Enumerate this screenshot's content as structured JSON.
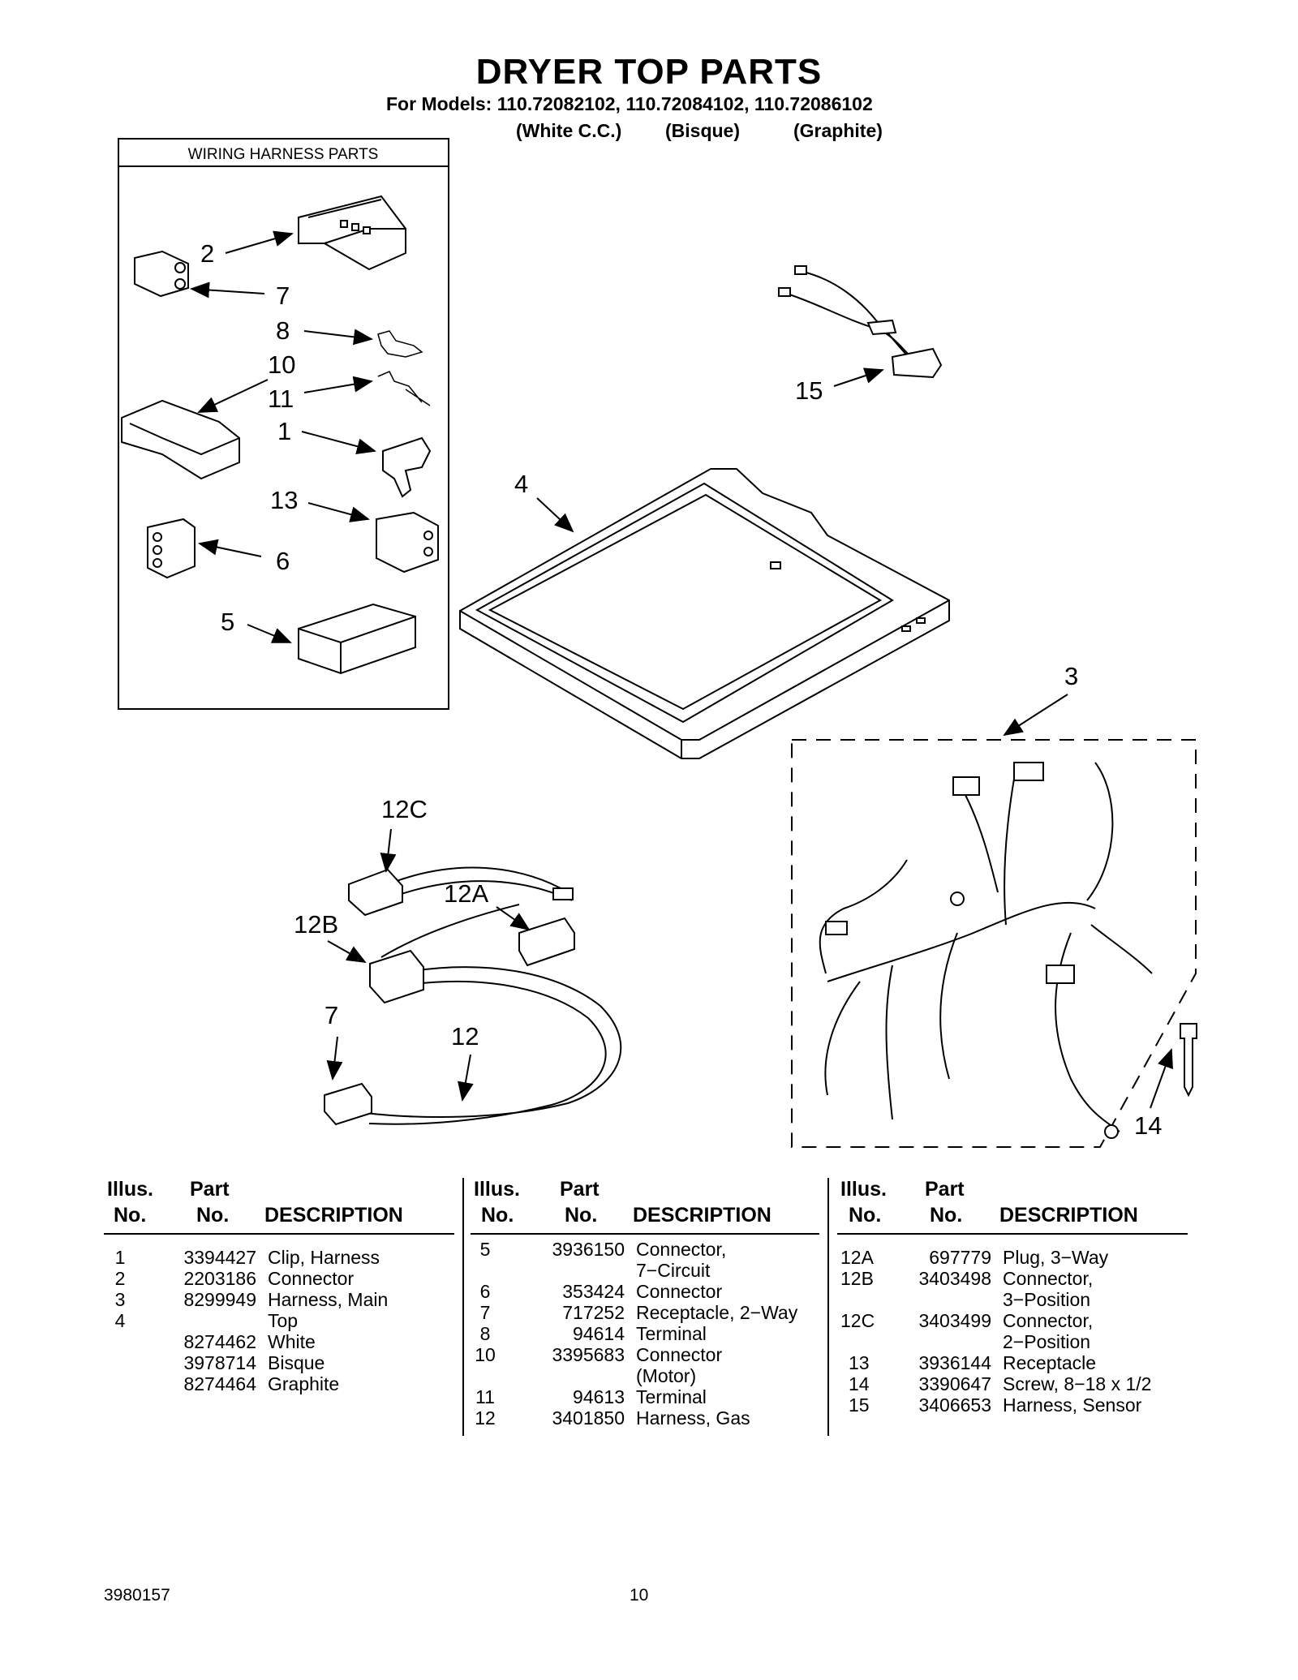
{
  "page": {
    "title": "DRYER TOP PARTS",
    "models_line": "For Models: 110.72082102, 110.72084102, 110.72086102",
    "variants": [
      "(White C.C.)",
      "(Bisque)",
      "(Graphite)"
    ]
  },
  "diagram": {
    "inset_title": "WIRING HARNESS PARTS",
    "callouts": {
      "c2": "2",
      "c7": "7",
      "c8": "8",
      "c10": "10",
      "c11": "11",
      "c1": "1",
      "c13": "13",
      "c6": "6",
      "c5": "5",
      "c15": "15",
      "c4": "4",
      "c3": "3",
      "c12C": "12C",
      "c12A": "12A",
      "c12B": "12B",
      "c7b": "7",
      "c12": "12",
      "c14": "14"
    }
  },
  "table": {
    "headers": {
      "illus": "Illus.",
      "part": "Part",
      "no": "No.",
      "description": "DESCRIPTION"
    },
    "col1": [
      {
        "illus": "1",
        "part": "3394427",
        "desc": "Clip, Harness"
      },
      {
        "illus": "2",
        "part": "2203186",
        "desc": "Connector"
      },
      {
        "illus": "3",
        "part": "8299949",
        "desc": "Harness, Main"
      },
      {
        "illus": "4",
        "part": "",
        "desc": "Top"
      },
      {
        "illus": "",
        "part": "8274462",
        "desc": "White"
      },
      {
        "illus": "",
        "part": "3978714",
        "desc": "Bisque"
      },
      {
        "illus": "",
        "part": "8274464",
        "desc": "Graphite"
      }
    ],
    "col2": [
      {
        "illus": "5",
        "part": "3936150",
        "desc": "Connector,"
      },
      {
        "illus": "",
        "part": "",
        "desc": "7−Circuit"
      },
      {
        "illus": "6",
        "part": "353424",
        "desc": "Connector"
      },
      {
        "illus": "7",
        "part": "717252",
        "desc": "Receptacle, 2−Way"
      },
      {
        "illus": "8",
        "part": "94614",
        "desc": "Terminal"
      },
      {
        "illus": "10",
        "part": "3395683",
        "desc": "Connector"
      },
      {
        "illus": "",
        "part": "",
        "desc": "(Motor)"
      },
      {
        "illus": "11",
        "part": "94613",
        "desc": "Terminal"
      },
      {
        "illus": "12",
        "part": "3401850",
        "desc": "Harness, Gas"
      }
    ],
    "col3": [
      {
        "illus": "12A",
        "part": "697779",
        "desc": "Plug, 3−Way"
      },
      {
        "illus": "12B",
        "part": "3403498",
        "desc": "Connector,"
      },
      {
        "illus": "",
        "part": "",
        "desc": "3−Position"
      },
      {
        "illus": "12C",
        "part": "3403499",
        "desc": "Connector,"
      },
      {
        "illus": "",
        "part": "",
        "desc": "2−Position"
      },
      {
        "illus": "13",
        "part": "3936144",
        "desc": "Receptacle"
      },
      {
        "illus": "14",
        "part": "3390647",
        "desc": "Screw, 8−18 x 1/2"
      },
      {
        "illus": "15",
        "part": "3406653",
        "desc": "Harness, Sensor"
      }
    ]
  },
  "footer": {
    "doc_number": "3980157",
    "page_number": "10"
  }
}
